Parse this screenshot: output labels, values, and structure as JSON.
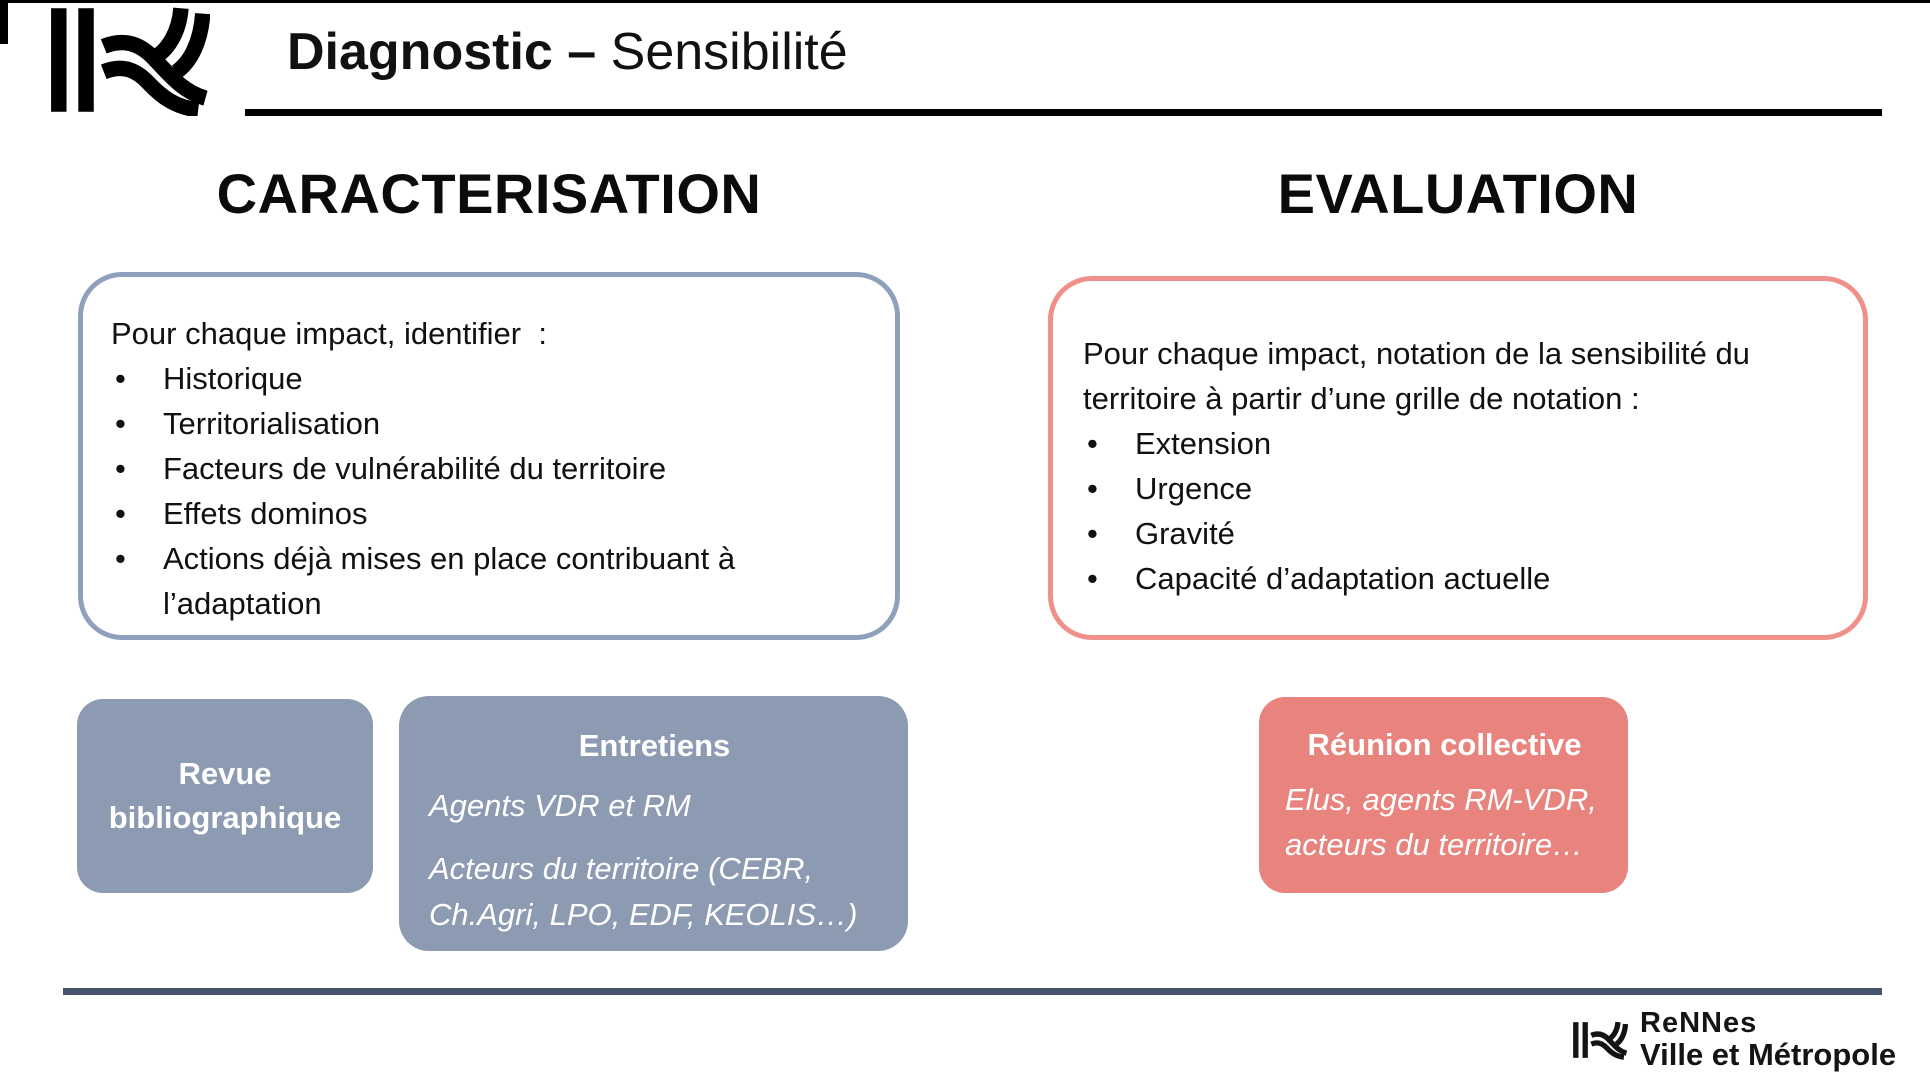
{
  "title": {
    "bold": "Diagnostic – ",
    "regular": "Sensibilité"
  },
  "sections": {
    "caracterisation": {
      "heading": "CARACTERISATION",
      "box_intro": "Pour chaque impact, identifier  :",
      "box_bullets": [
        "Historique",
        "Territorialisation",
        "Facteurs de vulnérabilité du territoire",
        "Effets dominos",
        "Actions déjà mises en place contribuant à l’adaptation"
      ],
      "method_box_1": {
        "title": "Revue bibliographique"
      },
      "method_box_2": {
        "title": "Entretiens",
        "line_1": "Agents VDR et RM",
        "line_2": "Acteurs du territoire (CEBR, Ch.Agri, LPO, EDF, KEOLIS…)"
      }
    },
    "evaluation": {
      "heading": "EVALUATION",
      "box_intro": "Pour chaque impact, notation de la sensibilité du territoire à partir d’une grille de notation :",
      "box_bullets": [
        "Extension",
        "Urgence",
        "Gravité",
        "Capacité d’adaptation actuelle"
      ],
      "method_box": {
        "title": "Réunion collective",
        "line_1": "Elus, agents RM-VDR, acteurs du territoire…"
      }
    }
  },
  "footer_logo": {
    "line1": "ReNNes",
    "line2": "Ville et Métropole"
  },
  "icons": {
    "top_left": "rennes-r-logo",
    "bottom_right": "rennes-r-logo-small"
  },
  "colors": {
    "slate_fill": "#8C9AB2",
    "slate_border": "#8FA0BD",
    "coral_fill": "#E8837E",
    "coral_border": "#F0908B",
    "footer_line": "#47536A",
    "text": "#111111",
    "background": "#FFFFFF"
  }
}
